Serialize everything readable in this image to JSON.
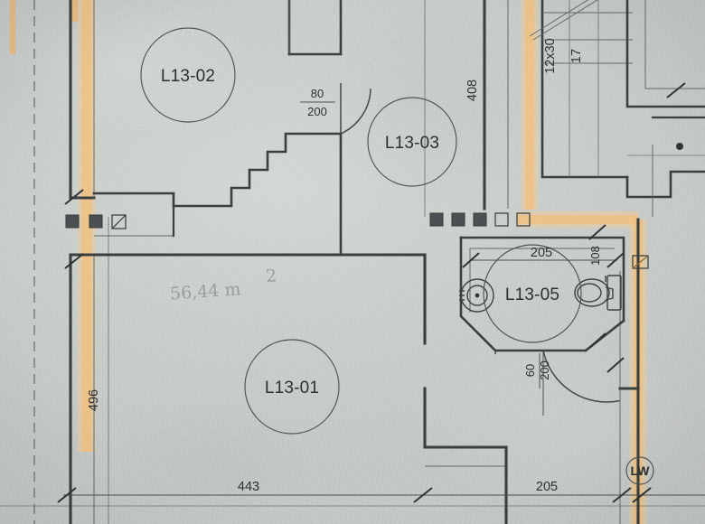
{
  "document": {
    "kind": "architectural-floor-plan-scan",
    "medium": "photographed paper drawing"
  },
  "rooms": [
    {
      "id": "L13-02",
      "label": "L13-02"
    },
    {
      "id": "L13-03",
      "label": "L13-03"
    },
    {
      "id": "L13-01",
      "label": "L13-01"
    },
    {
      "id": "L13-05",
      "label": "L13-05"
    }
  ],
  "doors": [
    {
      "name": "door-l13-02",
      "width": "80",
      "height": "200"
    },
    {
      "name": "door-l13-05",
      "width": "60",
      "height": "200"
    }
  ],
  "dimensions": {
    "left_vertical": "496",
    "right_vertical": "408",
    "bottom_left": "443",
    "bottom_right": "205",
    "bath_width": "205",
    "bath_right": "108"
  },
  "stairs": {
    "risers_label": "12x30",
    "count_label": "17"
  },
  "annotations": {
    "area_handwritten": "56,44 m",
    "area_exponent": "2",
    "wall_badge": "LW"
  },
  "colors": {
    "paper": "#cbcfcc",
    "ink": "#2b3032",
    "wall": "#3a3f41",
    "highlight": "#f0b66a"
  },
  "symbols": {
    "left_row": [
      "filled-square",
      "filled-square",
      "open-square-diagonal"
    ],
    "right_row": [
      "filled-square",
      "filled-square",
      "filled-square",
      "open-square",
      "open-square"
    ],
    "bath_fixtures": [
      "washbasin",
      "toilet",
      "cistern"
    ]
  }
}
